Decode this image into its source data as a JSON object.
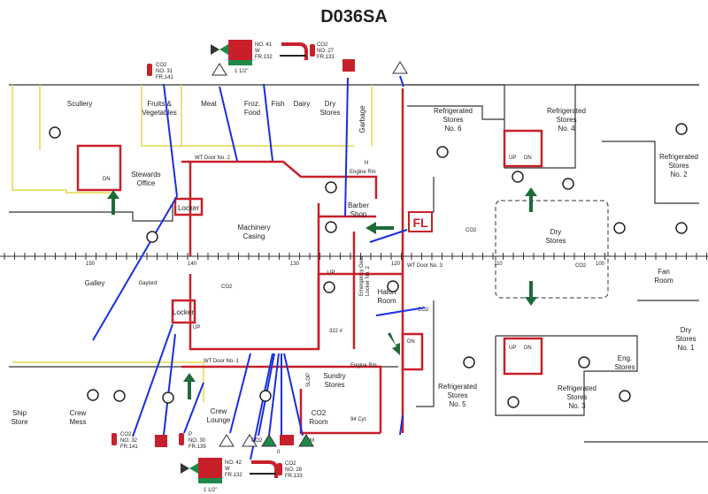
{
  "title": "D036SA",
  "colors": {
    "bulkhead": "#c8202a",
    "leader": "#1a2fe0",
    "hull": "#333333",
    "arrow": "#1e6b3a",
    "yellow_line": "#e6d84a"
  },
  "frames": [
    "150",
    "140",
    "130",
    "120",
    "110",
    "100"
  ],
  "rooms": {
    "scullery": "Scullery",
    "fruits": [
      "Fruits &",
      "Vegetables"
    ],
    "meat": "Meat",
    "froz": [
      "Froz.",
      "Food"
    ],
    "fish": "Fish",
    "dairy": "Dairy",
    "dry_stores_top": [
      "Dry",
      "Stores"
    ],
    "garbage": "Garbage",
    "stewards": [
      "Stewards",
      "Office"
    ],
    "locker_top": "Locker",
    "machinery": [
      "Machinery",
      "Casing"
    ],
    "barber": [
      "Barber",
      "Shop"
    ],
    "emergency": [
      "Emergency Gear",
      "Locker No. 2"
    ],
    "halon": [
      "Halon",
      "Room"
    ],
    "galley": "Galley",
    "gaylord": "Gaylord",
    "locker_bottom": "Locker",
    "sundry": [
      "Sundry",
      "Stores"
    ],
    "slop": "SLOP",
    "co2_room": [
      "CO2",
      "Room"
    ],
    "ship_store": [
      "Ship",
      "Store"
    ],
    "crew_mess": [
      "Crew",
      "Mess"
    ],
    "crew_lounge": [
      "Crew",
      "Lounge"
    ],
    "ref6": [
      "Refrigerated",
      "Stores",
      "No. 6"
    ],
    "ref4": [
      "Refrigerated",
      "Stores",
      "No. 4"
    ],
    "ref2": [
      "Refrigerated",
      "Stores",
      "No. 2"
    ],
    "dry_center": [
      "Dry",
      "Stores"
    ],
    "fan": [
      "Fan",
      "Room"
    ],
    "dry1": [
      "Dry",
      "Stores",
      "No. 1"
    ],
    "eng": [
      "Eng.",
      "Stores"
    ],
    "ref5": [
      "Refrigerated",
      "Stores",
      "No. 5"
    ],
    "ref3": [
      "Refrigerated",
      "Stores",
      "No. 3"
    ]
  },
  "doors": {
    "wt2": "WT Door No. 2",
    "wt1": "WT Door No. 1",
    "wt3": "WT Door No. 3"
  },
  "markers": {
    "engine_rm_top": "Engine Rm",
    "engine_rm_bottom": "Engine Rm",
    "h": "H",
    "up": "UP",
    "dn": "DN",
    "fl": "FL",
    "co2": "CO2",
    "halon_count": "322 #",
    "co2_count": "94 Cyl.",
    "m": "M",
    "zero": "0"
  },
  "equipment": {
    "hose41": {
      "no": "NO. 41",
      "type": "W",
      "fr": "FR.132",
      "size": "1 1/2\""
    },
    "hose42": {
      "no": "NO. 42",
      "type": "W",
      "fr": "FR.132",
      "size": "1 1/2\""
    },
    "ext31": {
      "agent": "CO2",
      "no": "NO. 31",
      "fr": "FR.141"
    },
    "ext27": {
      "agent": "CO2",
      "no": "NO. 27",
      "fr": "FR.133"
    },
    "ext32": {
      "agent": "CO2",
      "no": "NO. 32",
      "fr": "FR.141"
    },
    "ext30": {
      "agent": "P",
      "no": "NO. 30",
      "fr": "FR.139"
    },
    "ext28": {
      "agent": "CO2",
      "no": "NO. 28",
      "fr": "FR.133"
    }
  }
}
